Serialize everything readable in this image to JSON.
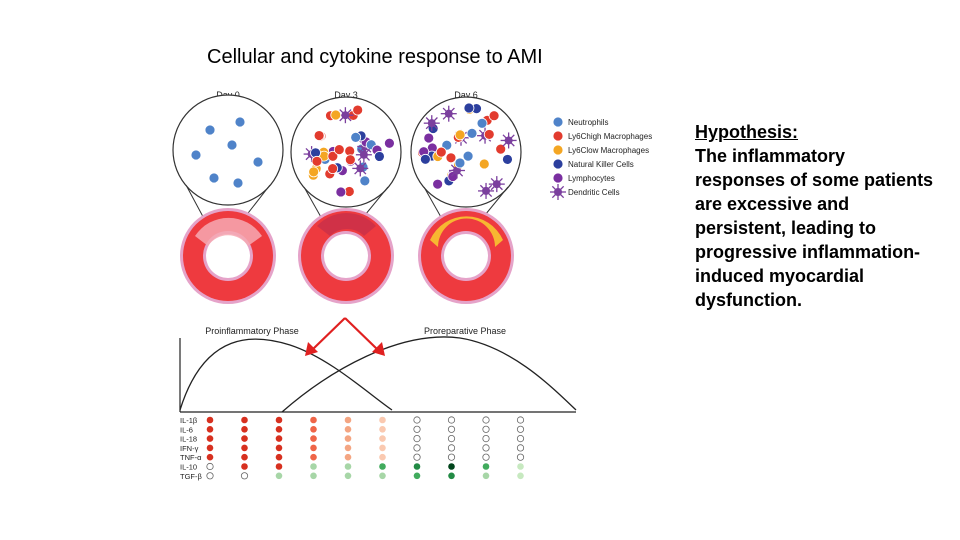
{
  "title": "Cellular and cytokine response to AMI",
  "hypothesis": {
    "heading": "Hypothesis:",
    "body": "The inflammatory responses of some patients are excessive and persistent, leading to progressive inflammation-induced myocardial dysfunction."
  },
  "days": [
    "Day 0",
    "Day 3",
    "Day 6"
  ],
  "legend": [
    {
      "label": "Neutrophils",
      "color": "#4f83c9",
      "icon": "neutrophil"
    },
    {
      "label": "Ly6Chigh Macrophages",
      "color": "#e23b2e",
      "icon": "macrophage-high"
    },
    {
      "label": "Ly6Clow Macrophages",
      "color": "#f4a623",
      "icon": "macrophage-low"
    },
    {
      "label": "Natural Killer Cells",
      "color": "#2c3f9e",
      "icon": "nk-cell"
    },
    {
      "label": "Lymphocytes",
      "color": "#7a2fa0",
      "icon": "lymphocyte"
    },
    {
      "label": "Dendritic Cells",
      "color": "#7b3f9e",
      "icon": "dendritic-cell"
    }
  ],
  "phases": {
    "pro": "Proinflammatory Phase",
    "repair": "Proreparative Phase"
  },
  "cytokines": [
    "IL-1β",
    "IL-6",
    "IL-18",
    "IFN-γ",
    "TNF-α",
    "IL-10",
    "TGF-β"
  ],
  "cytokine_grid": [
    [
      "#d7301f",
      "#d7301f",
      "#d7301f",
      "#d7301f",
      "#d7301f",
      "empty",
      "empty"
    ],
    [
      "#d7301f",
      "#d7301f",
      "#d7301f",
      "#d7301f",
      "#d7301f",
      "#d7301f",
      "empty"
    ],
    [
      "#d7301f",
      "#d7301f",
      "#d7301f",
      "#d7301f",
      "#d7301f",
      "#d7301f",
      "#a7d6a7"
    ],
    [
      "#ef6548",
      "#ef6548",
      "#ef6548",
      "#ef6548",
      "#ef6548",
      "#a7d6a7",
      "#a7d6a7"
    ],
    [
      "#f4a582",
      "#f4a582",
      "#f4a582",
      "#f4a582",
      "#f4a582",
      "#a7d6a7",
      "#a7d6a7"
    ],
    [
      "#fac9b0",
      "#fac9b0",
      "#fac9b0",
      "#fac9b0",
      "#fac9b0",
      "#41ab5d",
      "#a7d6a7"
    ],
    [
      "empty",
      "empty",
      "empty",
      "empty",
      "empty",
      "#238b45",
      "#41ab5d"
    ],
    [
      "empty",
      "empty",
      "empty",
      "empty",
      "empty",
      "#00441b",
      "#238b45"
    ],
    [
      "empty",
      "empty",
      "empty",
      "empty",
      "empty",
      "#41ab5d",
      "#a7d6a7"
    ],
    [
      "empty",
      "empty",
      "empty",
      "empty",
      "empty",
      "#c7e9c0",
      "#c7e9c0"
    ]
  ],
  "colors": {
    "myocardium": "#ee3a3f",
    "pericardium": "#e5a3c9",
    "arrow": "#e02020"
  }
}
